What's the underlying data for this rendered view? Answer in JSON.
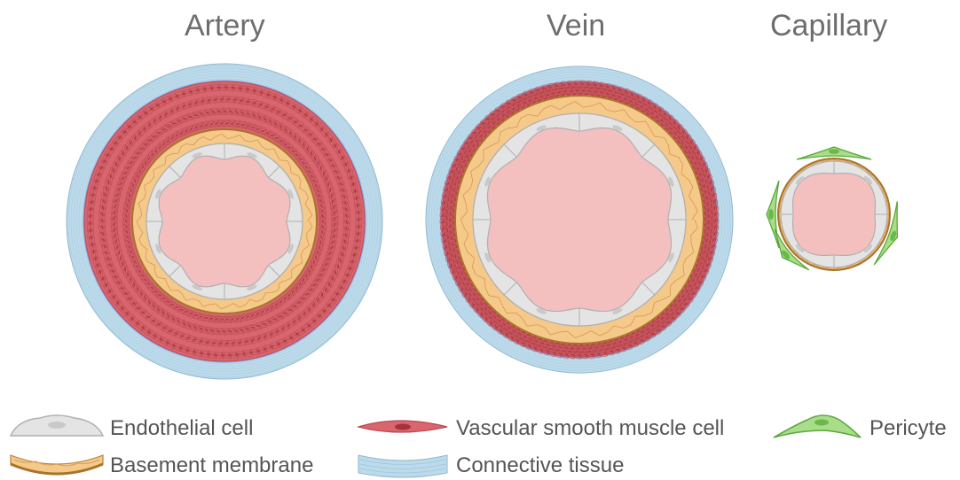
{
  "titles": {
    "artery": "Artery",
    "vein": "Vein",
    "capillary": "Capillary"
  },
  "legend": {
    "endothelial": "Endothelial cell",
    "smooth_muscle": "Vascular smooth muscle cell",
    "pericyte": "Pericyte",
    "basement": "Basement membrane",
    "connective": "Connective tissue"
  },
  "colors": {
    "connective": "#bcdaea",
    "connective_line": "#8fb9d2",
    "muscle": "#d9666e",
    "muscle_line": "#b94a52",
    "basement": "#f5c98a",
    "basement_line": "#b8843a",
    "endothelial": "#e4e4e4",
    "endothelial_line": "#b0b0b0",
    "lumen": "#f3c0bf",
    "pericyte": "#a9dd8a",
    "pericyte_line": "#5aa83a"
  }
}
